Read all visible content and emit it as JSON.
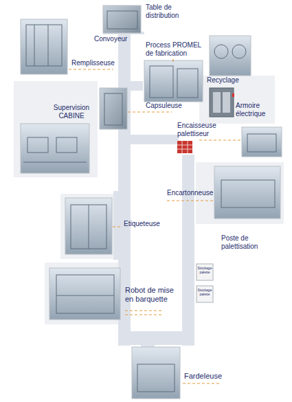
{
  "diagram": {
    "labels": [
      "Table de distribution",
      "Convoyeur",
      "Remplisseuse",
      "Process PROMEL de fabrication",
      "Recyclage",
      "Armoire électrique",
      "Supervision CABINE",
      "Capsuleuse",
      "Encaisseuse palettiseur",
      "Encartonneuse",
      "Poste de palettisation",
      "Etiqueteuse",
      "Stockage palette",
      "Stockage palette",
      "Robot de mise en barquette",
      "Fardeleuse"
    ]
  }
}
